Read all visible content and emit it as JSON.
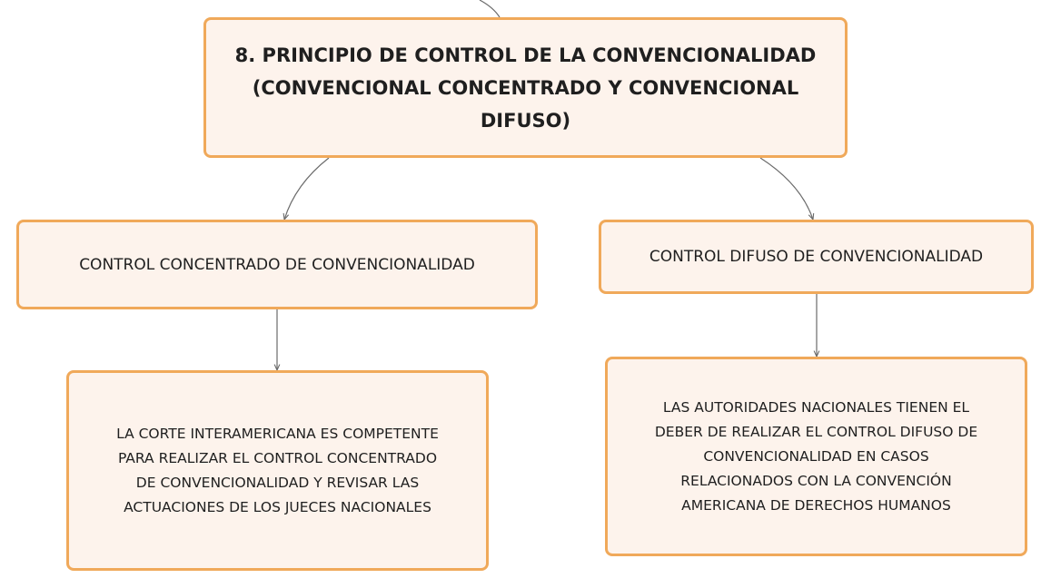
{
  "diagram": {
    "main_node": {
      "lines": [
        "8. PRINCIPIO DE CONTROL DE LA CONVENCIONALIDAD",
        "(CONVENCIONAL CONCENTRADO Y CONVENCIONAL",
        "DIFUSO)"
      ]
    },
    "left_branch": {
      "title": "CONTROL CONCENTRADO DE CONVENCIONALIDAD",
      "detail_lines": [
        "LA CORTE INTERAMERICANA ES COMPETENTE",
        "PARA REALIZAR EL CONTROL CONCENTRADO",
        "DE CONVENCIONALIDAD Y REVISAR LAS",
        "ACTUACIONES DE LOS JUECES NACIONALES"
      ]
    },
    "right_branch": {
      "title": "CONTROL DIFUSO DE CONVENCIONALIDAD",
      "detail_lines": [
        "LAS AUTORIDADES NACIONALES TIENEN EL",
        "DEBER DE REALIZAR EL CONTROL DIFUSO DE",
        "CONVENCIONALIDAD EN CASOS",
        "RELACIONADOS CON LA CONVENCIÓN",
        "AMERICANA DE DERECHOS HUMANOS"
      ]
    },
    "colors": {
      "node_fill": "#fdf3ec",
      "node_border": "#f0a95a",
      "connector": "#6b6b6b",
      "text": "#1f1f1f"
    }
  }
}
